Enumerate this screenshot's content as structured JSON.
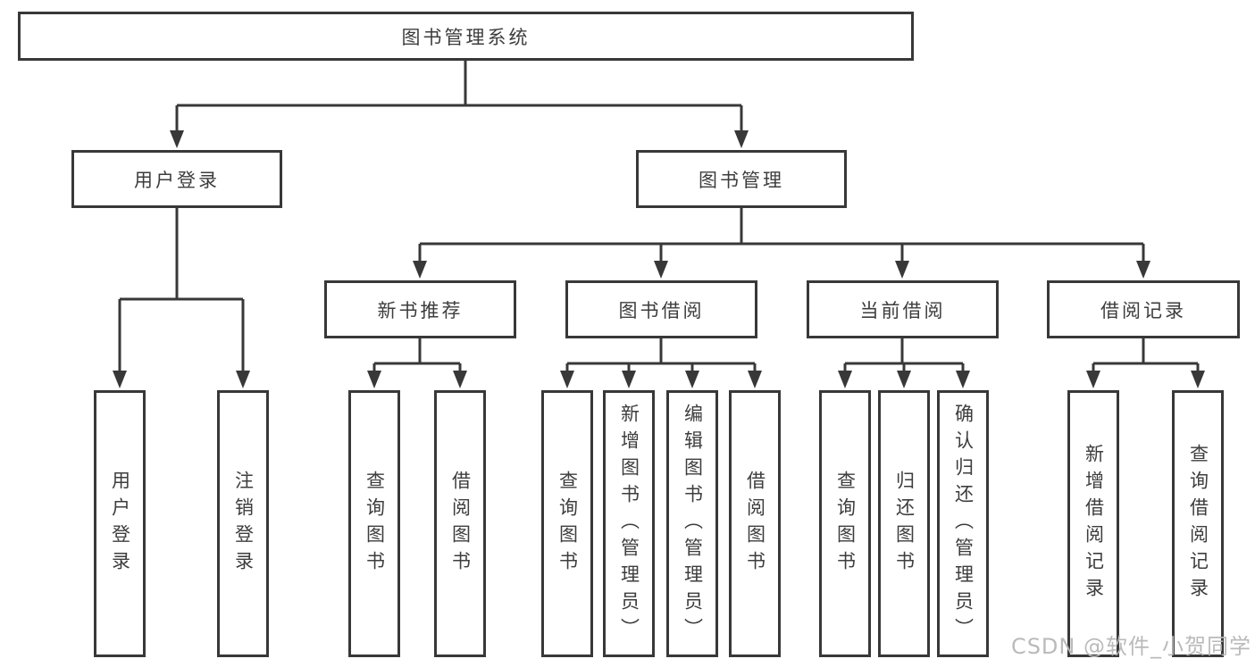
{
  "tree": {
    "label": "图书管理系统",
    "children": [
      {
        "label": "用户登录",
        "children": [
          {
            "label": "用户登录"
          },
          {
            "label": "注销登录"
          }
        ]
      },
      {
        "label": "图书管理",
        "children": [
          {
            "label": "新书推荐",
            "children": [
              {
                "label": "查询图书"
              },
              {
                "label": "借阅图书"
              }
            ]
          },
          {
            "label": "图书借阅",
            "children": [
              {
                "label": "查询图书"
              },
              {
                "label": "新增图书（管理员）"
              },
              {
                "label": "编辑图书（管理员）"
              },
              {
                "label": "借阅图书"
              }
            ]
          },
          {
            "label": "当前借阅",
            "children": [
              {
                "label": "查询图书"
              },
              {
                "label": "归还图书"
              },
              {
                "label": "确认归还（管理员）"
              }
            ]
          },
          {
            "label": "借阅记录",
            "children": [
              {
                "label": "新增借阅记录"
              },
              {
                "label": "查询借阅记录"
              }
            ]
          }
        ]
      }
    ]
  },
  "watermark": {
    "text": "CSDN @软件_小贺同学"
  },
  "colors": {
    "background": "#ffffff",
    "line": "#383838",
    "box_border": "#383838",
    "box_fill": "#ffffff",
    "text": "#3d3d3d",
    "watermark": "#b7b7b7"
  }
}
